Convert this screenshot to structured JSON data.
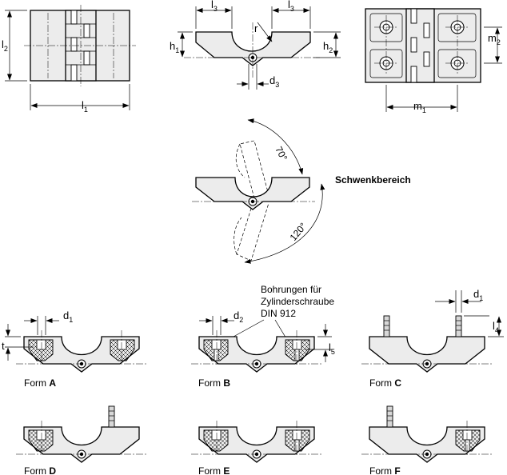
{
  "dims": {
    "l1": {
      "base": "l",
      "sub": "1"
    },
    "l2": {
      "base": "l",
      "sub": "2"
    },
    "l3": {
      "base": "l",
      "sub": "3"
    },
    "l4": {
      "base": "l",
      "sub": "4"
    },
    "l5": {
      "base": "l",
      "sub": "5"
    },
    "h1": {
      "base": "h",
      "sub": "1"
    },
    "h2": {
      "base": "h",
      "sub": "2"
    },
    "d1": {
      "base": "d",
      "sub": "1"
    },
    "d2": {
      "base": "d",
      "sub": "2"
    },
    "d3": {
      "base": "d",
      "sub": "3"
    },
    "m1": {
      "base": "m",
      "sub": "1"
    },
    "m2": {
      "base": "m",
      "sub": "2"
    },
    "r": "r",
    "t": "t"
  },
  "swing": {
    "title": "Schwenkbereich",
    "angle_up": "70°",
    "angle_down": "120°"
  },
  "callout": {
    "line1": "Bohrungen für",
    "line2": "Zylinderschraube",
    "line3": "DIN 912"
  },
  "forms": [
    {
      "prefix": "Form ",
      "letter": "A"
    },
    {
      "prefix": "Form ",
      "letter": "B"
    },
    {
      "prefix": "Form ",
      "letter": "C"
    },
    {
      "prefix": "Form ",
      "letter": "D"
    },
    {
      "prefix": "Form ",
      "letter": "E"
    },
    {
      "prefix": "Form ",
      "letter": "F"
    }
  ]
}
